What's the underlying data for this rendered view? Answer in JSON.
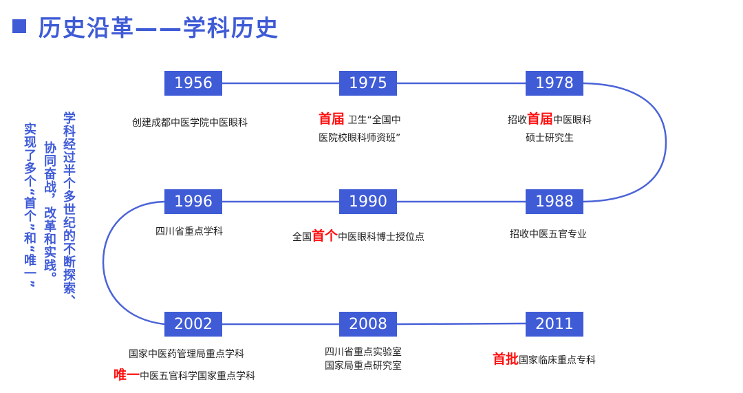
{
  "header": {
    "bullet_icon": "square-bullet",
    "title": "历史沿革——学科历史"
  },
  "side_text": {
    "col1": "学科经过半个多世纪的不断探索、",
    "col2": "协同奋战，改革和实践。",
    "col3": "实现了多个“首个”和“唯一”"
  },
  "colors": {
    "accent": "#3f5bd6",
    "highlight": "#ff1111",
    "text": "#222222"
  },
  "timeline": [
    {
      "year": "1956",
      "pre": "",
      "hl": "",
      "post": "创建成都中医学院中医眼科",
      "line2": ""
    },
    {
      "year": "1975",
      "pre": "",
      "hl": "首届",
      "post": " 卫生“全国中",
      "line2": "医院校眼科师资班”"
    },
    {
      "year": "1978",
      "pre": "招收",
      "hl": "首届",
      "post": "中医眼科",
      "line2": "硕士研究生"
    },
    {
      "year": "1988",
      "pre": "",
      "hl": "",
      "post": "招收中医五官专业",
      "line2": ""
    },
    {
      "year": "1990",
      "pre": "全国",
      "hl": "首个",
      "post": "中医眼科博士授位点",
      "line2": ""
    },
    {
      "year": "1996",
      "pre": "",
      "hl": "",
      "post": "四川省重点学科",
      "line2": ""
    },
    {
      "year": "2002",
      "pre": "",
      "hl": "",
      "post": "国家中医药管理局重点学科",
      "line2_hl": "唯一",
      "line2": "中医五官科学国家重点学科"
    },
    {
      "year": "2008",
      "pre": "",
      "hl": "",
      "post": "四川省重点实验室",
      "line2": "国家局重点研究室"
    },
    {
      "year": "2011",
      "pre": "",
      "hl": "首批",
      "post": "国家临床重点专科",
      "line2": ""
    }
  ]
}
